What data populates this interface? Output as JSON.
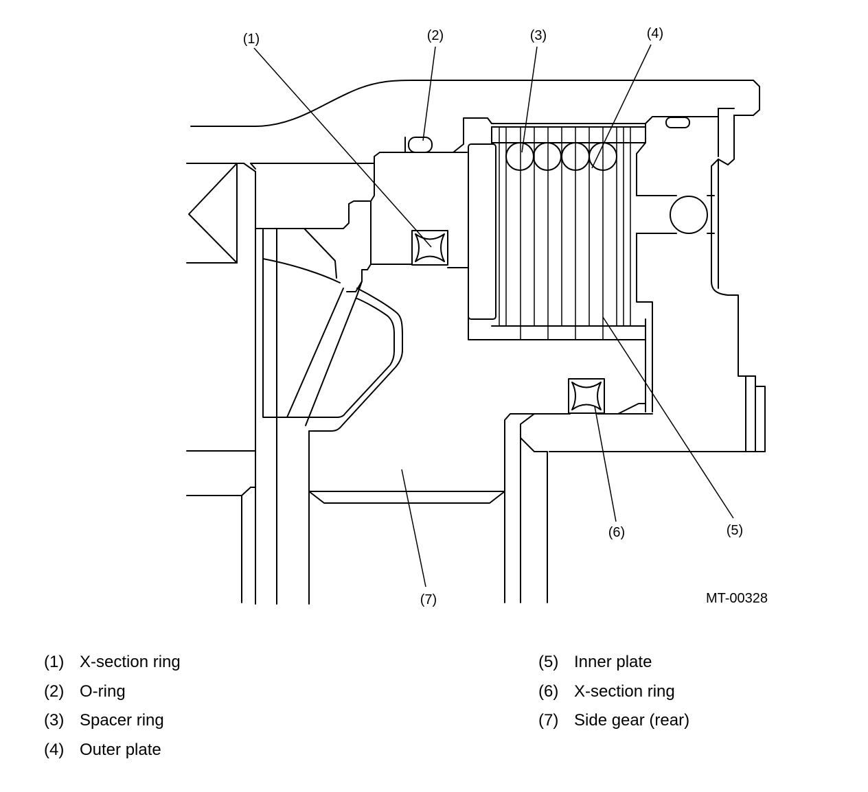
{
  "figure_id": "MT-00328",
  "callouts": [
    {
      "n": "(1)"
    },
    {
      "n": "(2)"
    },
    {
      "n": "(3)"
    },
    {
      "n": "(4)"
    },
    {
      "n": "(5)"
    },
    {
      "n": "(6)"
    },
    {
      "n": "(7)"
    }
  ],
  "legend": {
    "left": [
      {
        "num": "(1)",
        "label": "X-section ring"
      },
      {
        "num": "(2)",
        "label": "O-ring"
      },
      {
        "num": "(3)",
        "label": "Spacer ring"
      },
      {
        "num": "(4)",
        "label": "Outer plate"
      }
    ],
    "right": [
      {
        "num": "(5)",
        "label": "Inner plate"
      },
      {
        "num": "(6)",
        "label": "X-section ring"
      },
      {
        "num": "(7)",
        "label": "Side gear (rear)"
      }
    ]
  }
}
